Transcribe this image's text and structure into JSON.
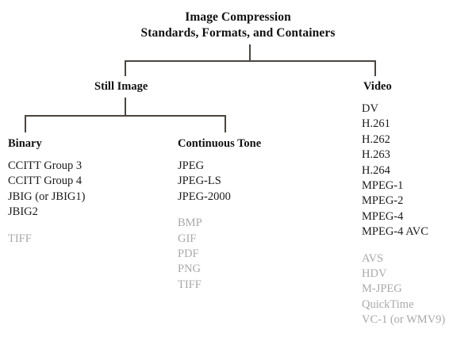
{
  "title": {
    "line1": "Image Compression",
    "line2": "Standards, Formats, and Containers"
  },
  "branches": {
    "still_image": "Still Image",
    "video": "Video"
  },
  "columns": {
    "binary": {
      "heading": "Binary",
      "items": [
        {
          "label": "CCITT Group 3",
          "tone": "black",
          "gap": false
        },
        {
          "label": "CCITT Group 4",
          "tone": "black",
          "gap": false
        },
        {
          "label": "JBIG (or JBIG1)",
          "tone": "black",
          "gap": false
        },
        {
          "label": "JBIG2",
          "tone": "black",
          "gap": false
        },
        {
          "label": "TIFF",
          "tone": "gray",
          "gap": true
        }
      ]
    },
    "continuous_tone": {
      "heading": "Continuous Tone",
      "items": [
        {
          "label": "JPEG",
          "tone": "black",
          "gap": false
        },
        {
          "label": "JPEG-LS",
          "tone": "black",
          "gap": false
        },
        {
          "label": "JPEG-2000",
          "tone": "black",
          "gap": false
        },
        {
          "label": "BMP",
          "tone": "gray",
          "gap": true
        },
        {
          "label": "GIF",
          "tone": "gray",
          "gap": false
        },
        {
          "label": "PDF",
          "tone": "gray",
          "gap": false
        },
        {
          "label": "PNG",
          "tone": "gray",
          "gap": false
        },
        {
          "label": "TIFF",
          "tone": "gray",
          "gap": false
        }
      ]
    },
    "video": {
      "heading": "Video",
      "items": [
        {
          "label": "DV",
          "tone": "black",
          "gap": false
        },
        {
          "label": "H.261",
          "tone": "black",
          "gap": false
        },
        {
          "label": "H.262",
          "tone": "black",
          "gap": false
        },
        {
          "label": "H.263",
          "tone": "black",
          "gap": false
        },
        {
          "label": "H.264",
          "tone": "black",
          "gap": false
        },
        {
          "label": "MPEG-1",
          "tone": "black",
          "gap": false
        },
        {
          "label": "MPEG-2",
          "tone": "black",
          "gap": false
        },
        {
          "label": "MPEG-4",
          "tone": "black",
          "gap": false
        },
        {
          "label": "MPEG-4 AVC",
          "tone": "black",
          "gap": false
        },
        {
          "label": "AVS",
          "tone": "gray",
          "gap": true
        },
        {
          "label": "HDV",
          "tone": "gray",
          "gap": false
        },
        {
          "label": "M-JPEG",
          "tone": "gray",
          "gap": false
        },
        {
          "label": "QuickTime",
          "tone": "gray",
          "gap": false
        },
        {
          "label": "VC-1 (or WMV9)",
          "tone": "gray",
          "gap": false
        }
      ]
    }
  },
  "colors": {
    "text": "#1a1a1a",
    "muted_text": "#a9a9a9",
    "line": "#4a453f",
    "background": "#ffffff"
  }
}
